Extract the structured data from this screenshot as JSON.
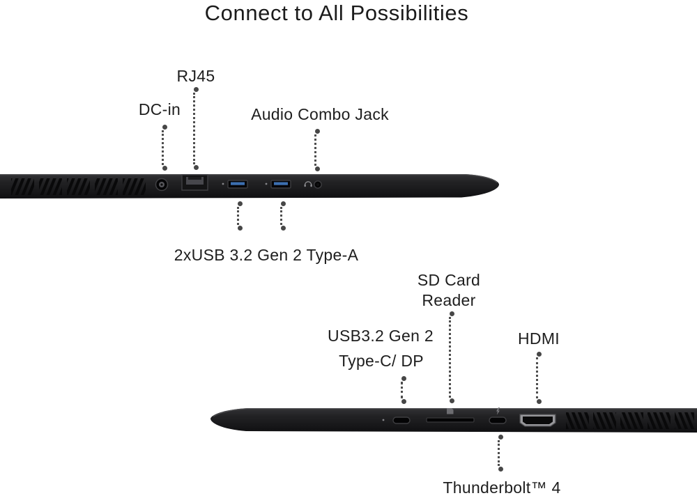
{
  "title": "Connect to All Possibilities",
  "top_view": {
    "description": "laptop left side profile",
    "labels": {
      "rj45": "RJ45",
      "dc_in": "DC-in",
      "audio_combo_jack": "Audio Combo Jack",
      "usb_a": "2xUSB 3.2 Gen 2 Type-A"
    },
    "ports": [
      "dc-in",
      "rj45",
      "usb-a-1",
      "usb-a-2",
      "audio-combo-jack"
    ]
  },
  "bottom_view": {
    "description": "laptop right side profile",
    "labels": {
      "sd_card_line1": "SD Card",
      "sd_card_line2": "Reader",
      "usb_c_line1": "USB3.2 Gen 2",
      "usb_c_line2": "Type-C/ DP",
      "hdmi": "HDMI",
      "thunderbolt": "Thunderbolt™ 4"
    },
    "ports": [
      "usb-c-dp",
      "sd-card-reader",
      "thunderbolt-4",
      "hdmi"
    ]
  },
  "colors": {
    "text": "#1d1d1d",
    "leader_dots": "#4e4e4e",
    "usb_a_accent": "#3c6fb0",
    "laptop_body_light": "#323234",
    "laptop_body_dark": "#101012",
    "hdmi_metal": "#97979b"
  }
}
